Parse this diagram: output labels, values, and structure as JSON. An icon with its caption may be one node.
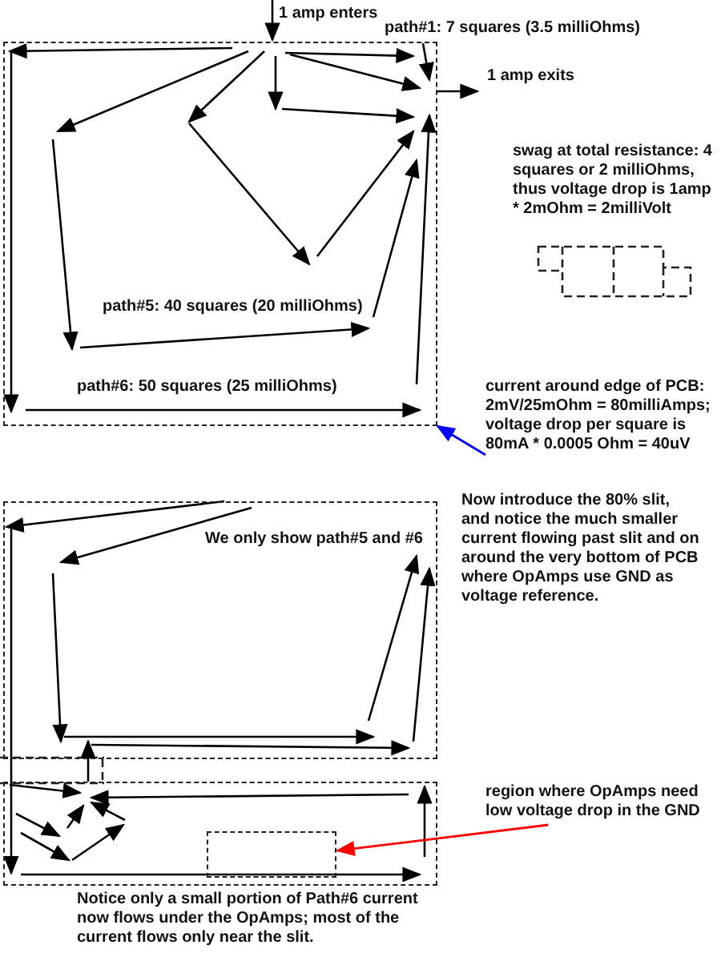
{
  "diagram": {
    "nodes": [
      {
        "text": [],
        "shape": "box"
      },
      {
        "text": [
          "current around edge of PCB: 2mV/25mOhm = 80milliAmps; voltage drop per square is 80mA * 0.0005 Ohm = 40uV"
        ]
      },
      {
        "text": [],
        "shape": "box"
      },
      {
        "text": [],
        "shape": "box"
      },
      {
        "text": [],
        "shape": "box",
        "in": 3
      },
      {
        "text": [
          "region where OpAmps need low voltage drop in the GND"
        ]
      }
    ],
    "edges": [
      {
        "from": 1,
        "to": 0,
        "arrow": "to",
        "color": "#0000ff"
      },
      {
        "from": 5,
        "to": 4,
        "arrow": "to",
        "color": "#ff0000"
      },
      {
        "from": 2,
        "to": 3,
        "arrow": "to"
      },
      {
        "from": 3,
        "to": 2,
        "arrow": "to"
      }
    ],
    "labels": [
      "1 amp enters",
      "path#1: 7 squares (3.5 milliOhms)",
      "1 amp exits",
      "swag at total resistance: 4 squares or 2 milliOhms, thus voltage drop is 1amp * 2mOhm = 2milliVolt",
      "path#5: 40 squares (20 milliOhms)",
      "path#6: 50 squares (25 milliOhms)",
      "Now introduce the 80% slit, and notice the much smaller current flowing past slit and on around the very bottom of PCB where OpAmps use GND as voltage reference.",
      "We only show path#5 and #6",
      "Notice only a small portion of Path#6 current now flows under the OpAmps; most of the current flows only near the slit."
    ]
  }
}
